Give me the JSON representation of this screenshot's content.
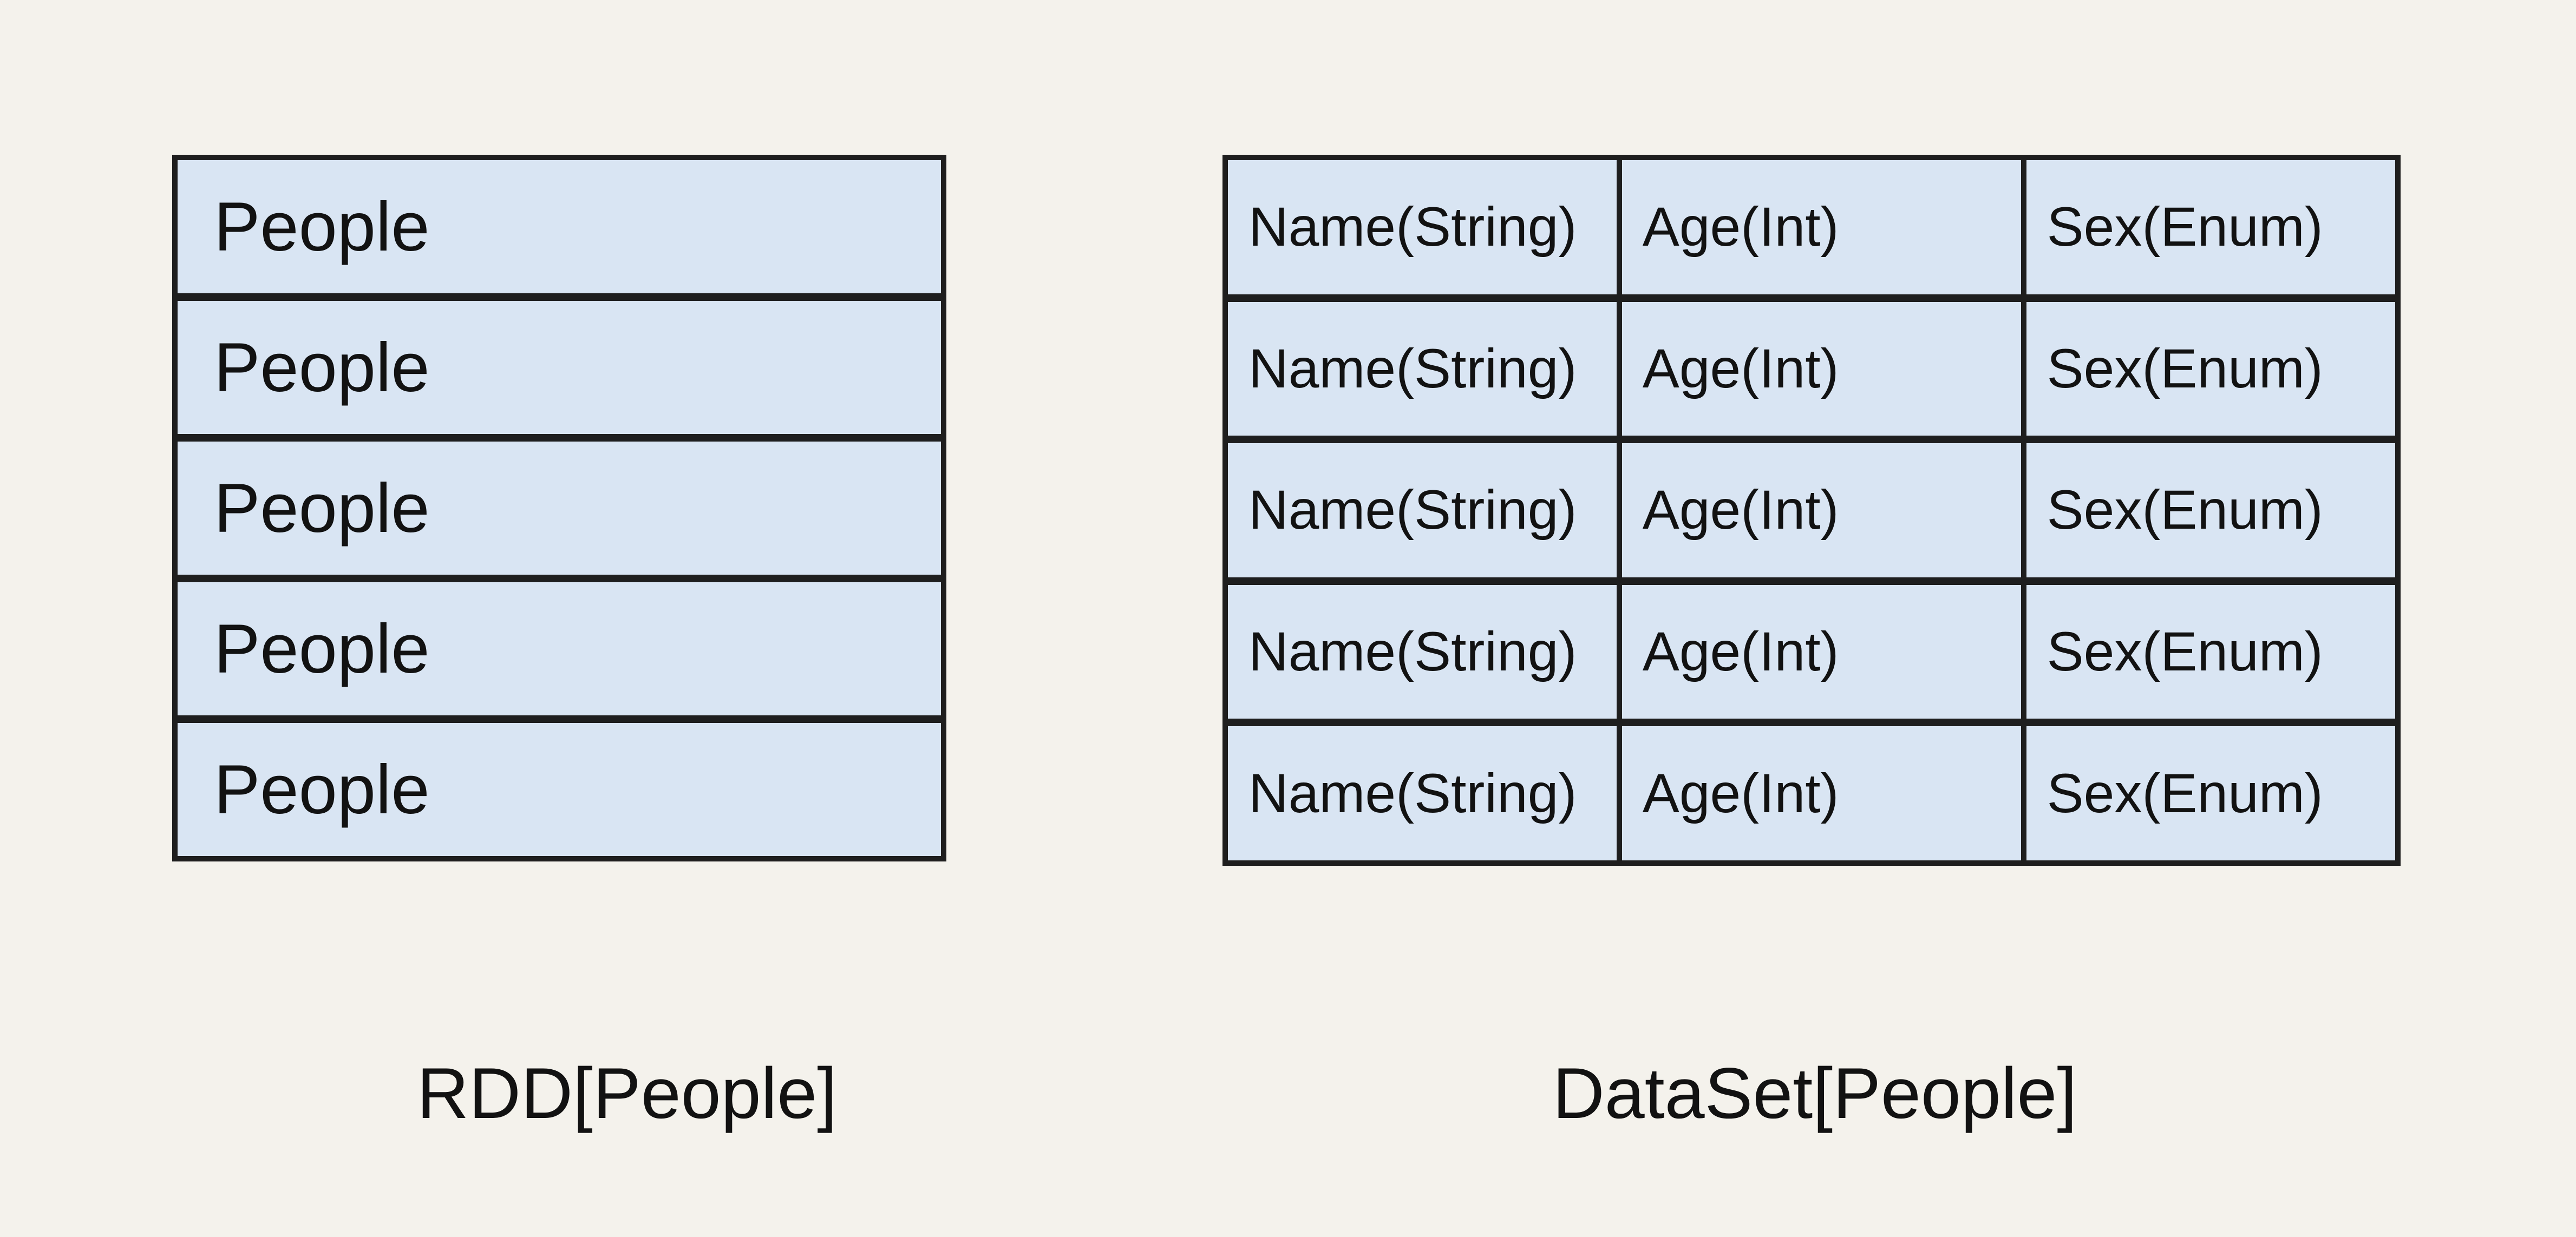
{
  "colors": {
    "background": "#f4f2ec",
    "cell_fill": "#d9e5f3",
    "line": "#1e1e1e",
    "text": "#121212"
  },
  "rdd": {
    "rows": [
      "People",
      "People",
      "People",
      "People",
      "People"
    ],
    "label": "RDD[People]"
  },
  "dataset": {
    "rows": [
      [
        "Name(String)",
        "Age(Int)",
        "Sex(Enum)"
      ],
      [
        "Name(String)",
        "Age(Int)",
        "Sex(Enum)"
      ],
      [
        "Name(String)",
        "Age(Int)",
        "Sex(Enum)"
      ],
      [
        "Name(String)",
        "Age(Int)",
        "Sex(Enum)"
      ],
      [
        "Name(String)",
        "Age(Int)",
        "Sex(Enum)"
      ]
    ],
    "label": "DataSet[People]"
  }
}
